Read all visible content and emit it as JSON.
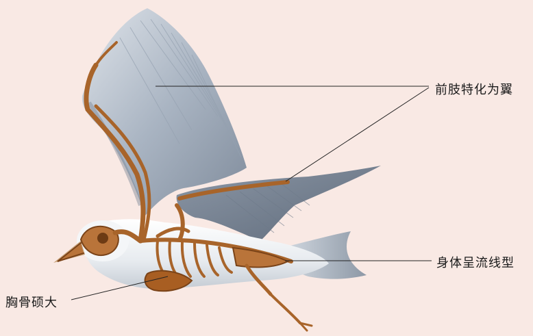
{
  "labels": {
    "forelimb_wing": "前肢特化为翼",
    "streamlined_body": "身体呈流线型",
    "keel_sternum": "胸骨硕大"
  },
  "colors": {
    "background": "#f9e9e4",
    "feather": "#b9c3cf",
    "feather_dark": "#8e99a8",
    "body": "#eef1f4",
    "bone": "#b06a2c",
    "bone_dark": "#7a4318",
    "leader_line": "#222222"
  }
}
